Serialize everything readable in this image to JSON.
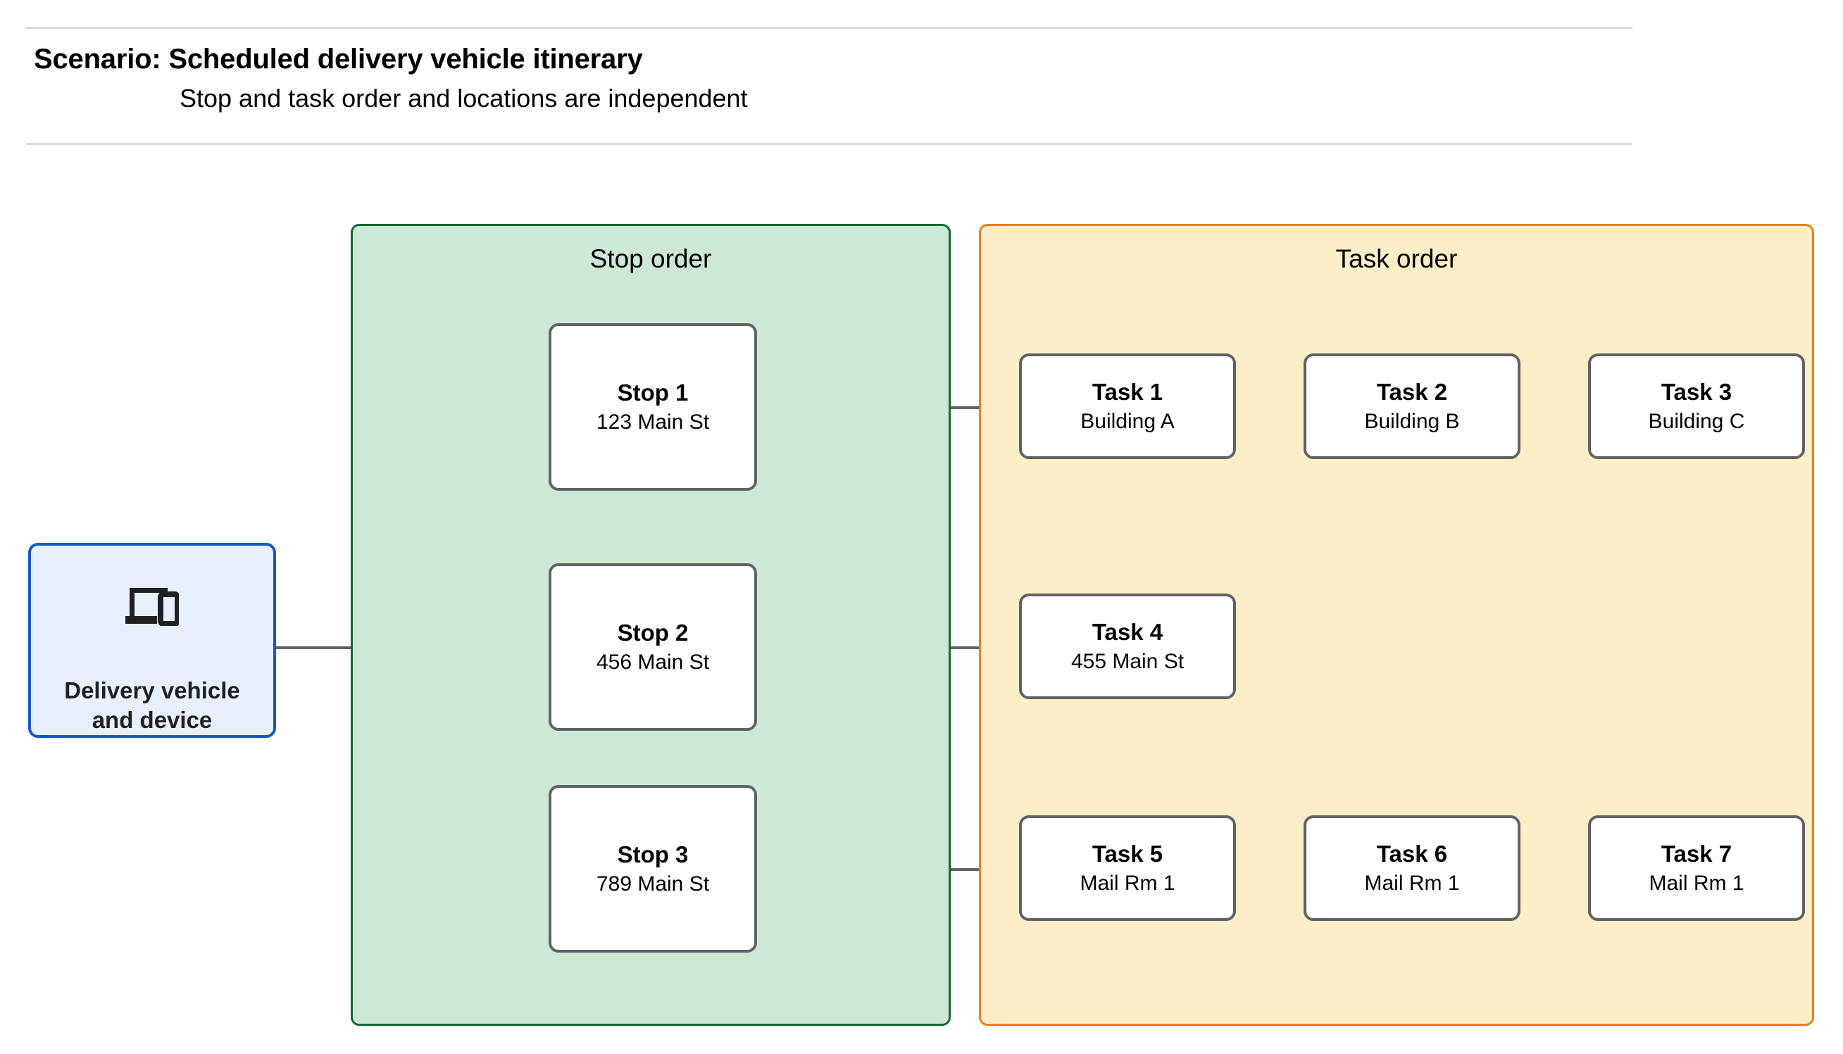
{
  "header": {
    "title": "Scenario: Scheduled delivery vehicle itinerary",
    "subtitle": "Stop and task order and locations are independent"
  },
  "source": {
    "icon": "devices-icon",
    "label": "Delivery vehicle\nand device",
    "border_color": "#1558c7",
    "fill_color": "#e8f0fe"
  },
  "stop_order": {
    "title": "Stop order",
    "border_color": "#13682f",
    "fill_color": "#cee8d6",
    "stops": [
      {
        "name": "Stop 1",
        "address": "123 Main St"
      },
      {
        "name": "Stop 2",
        "address": "456 Main St"
      },
      {
        "name": "Stop 3",
        "address": "789 Main St"
      }
    ]
  },
  "task_order": {
    "title": "Task order",
    "border_color": "#e8821c",
    "fill_color": "#fceec6",
    "rows": [
      {
        "tasks": [
          {
            "name": "Task 1",
            "location": "Building A"
          },
          {
            "name": "Task 2",
            "location": "Building B"
          },
          {
            "name": "Task 3",
            "location": "Building C"
          }
        ]
      },
      {
        "tasks": [
          {
            "name": "Task 4",
            "location": "455 Main St"
          }
        ]
      },
      {
        "tasks": [
          {
            "name": "Task 5",
            "location": "Mail Rm 1"
          },
          {
            "name": "Task 6",
            "location": "Mail Rm 1"
          },
          {
            "name": "Task 7",
            "location": "Mail Rm 1"
          }
        ]
      }
    ]
  },
  "connector_color": "#5f6368",
  "rule_color": "#d9d9d9"
}
